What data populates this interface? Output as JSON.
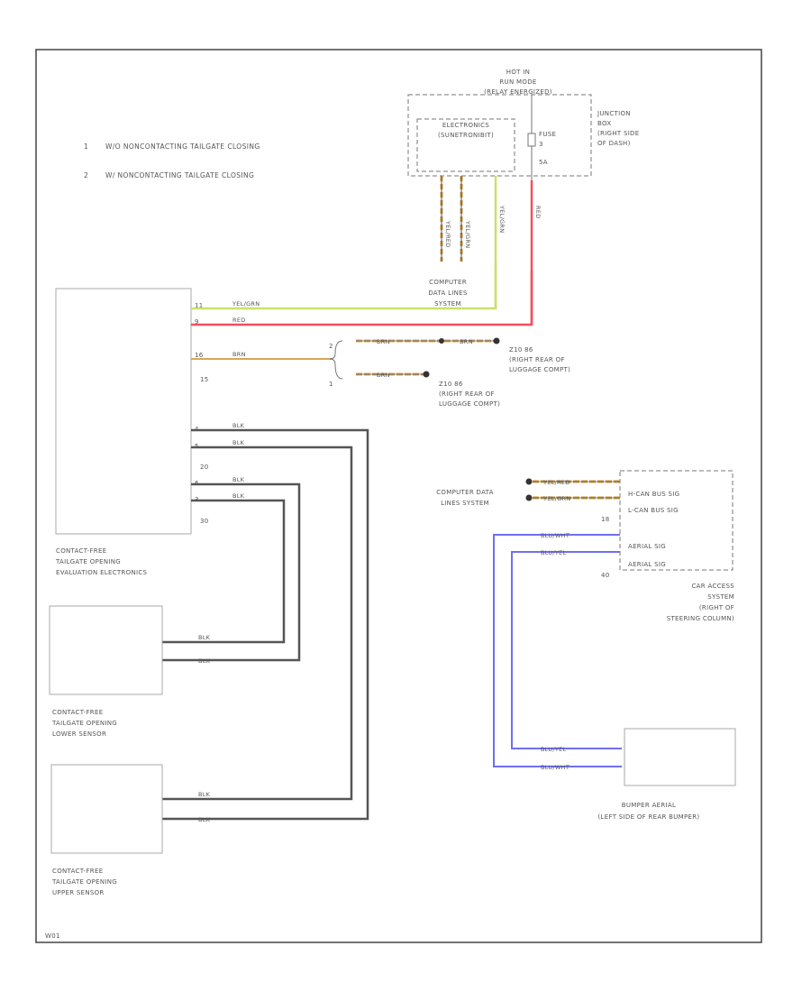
{
  "legend": [
    {
      "num": "1",
      "text": "W/O NONCONTACTING TAILGATE CLOSING"
    },
    {
      "num": "2",
      "text": "W/ NONCONTACTING TAILGATE CLOSING"
    }
  ],
  "junction_box": {
    "hot_lines": [
      "HOT IN",
      "RUN MODE",
      "(RELAY ENERGIZED)"
    ],
    "electronics_lines": [
      "ELECTRONICS",
      "(SUNETRONIBIT)"
    ],
    "fuse_label": "FUSE",
    "fuse_num": "3",
    "fuse_amp": "5A",
    "location_lines": [
      "JUNCTION",
      "BOX",
      "(RIGHT SIDE",
      "OF DASH)"
    ],
    "vertical_wire_labels": [
      "YEL/RED",
      "YEL/GRN",
      "YEL/GRN",
      "RED"
    ]
  },
  "computer_data_top": [
    "COMPUTER",
    "DATA LINES",
    "SYSTEM"
  ],
  "evaluation_module": {
    "name_lines": [
      "CONTACT-FREE",
      "TAILGATE OPENING",
      "EVALUATION ELECTRONICS"
    ],
    "pins_top": [
      "11",
      "9",
      "16",
      "15"
    ],
    "pins_bottom": [
      "4",
      "5",
      "20",
      "6",
      "3",
      "30"
    ],
    "wires": {
      "yel_grn": "YEL/GRN",
      "red": "RED",
      "brn": "BRN",
      "blk": "BLK"
    }
  },
  "ground_splice": {
    "labels": [
      "2",
      "1"
    ],
    "wire": "BRN",
    "g1": [
      "Z10 86",
      "(RIGHT REAR OF",
      "LUGGAGE COMPT)"
    ],
    "g2": [
      "Z10 86",
      "(RIGHT REAR OF",
      "LUGGAGE COMPT)"
    ]
  },
  "lower_sensor": {
    "name_lines": [
      "CONTACT-FREE",
      "TAILGATE OPENING",
      "LOWER SENSOR"
    ],
    "wire": "BLK"
  },
  "upper_sensor": {
    "name_lines": [
      "CONTACT-FREE",
      "TAILGATE OPENING",
      "UPPER SENSOR"
    ],
    "wire": "BLK"
  },
  "car_access": {
    "computer_data": [
      "COMPUTER DATA",
      "LINES SYSTEM"
    ],
    "wire1": "YEL/RED",
    "wire2": "YEL/GRN",
    "pins": [
      "18",
      "40"
    ],
    "signals": [
      "H-CAN BUS SIG",
      "L-CAN BUS SIG",
      "AERIAL SIG",
      "AERIAL SIG"
    ],
    "name_lines": [
      "CAR ACCESS",
      "SYSTEM",
      "(RIGHT OF",
      "STEERING COLUMN)"
    ],
    "blu_wire_a": "BLU/WHT",
    "blu_wire_b": "BLU/YEL"
  },
  "bumper_aerial": {
    "name_lines": [
      "BUMPER AERIAL",
      "(LEFT SIDE OF REAR BUMPER)"
    ]
  },
  "footer_code": "W01"
}
